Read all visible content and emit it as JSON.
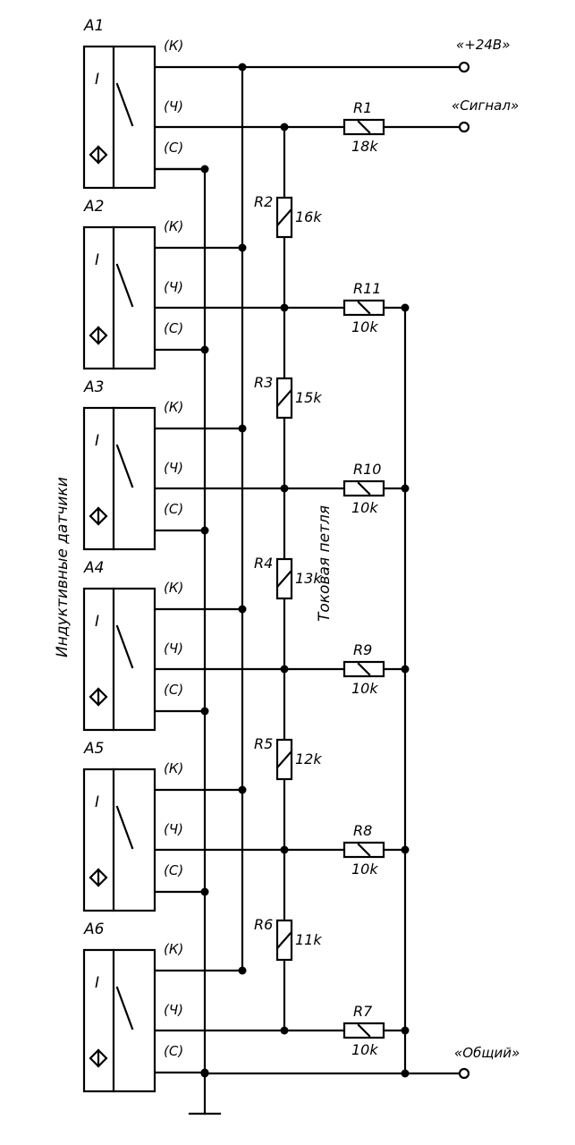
{
  "sensors": [
    {
      "id": "A1",
      "pin_k": "(К)",
      "pin_ch": "(Ч)",
      "pin_s": "(С)",
      "symbol": "I"
    },
    {
      "id": "A2",
      "pin_k": "(К)",
      "pin_ch": "(Ч)",
      "pin_s": "(С)",
      "symbol": "I"
    },
    {
      "id": "A3",
      "pin_k": "(К)",
      "pin_ch": "(Ч)",
      "pin_s": "(С)",
      "symbol": "I"
    },
    {
      "id": "A4",
      "pin_k": "(К)",
      "pin_ch": "(Ч)",
      "pin_s": "(С)",
      "symbol": "I"
    },
    {
      "id": "A5",
      "pin_k": "(К)",
      "pin_ch": "(Ч)",
      "pin_s": "(С)",
      "symbol": "I"
    },
    {
      "id": "A6",
      "pin_k": "(К)",
      "pin_ch": "(Ч)",
      "pin_s": "(С)",
      "symbol": "I"
    }
  ],
  "ladder_resistors": [
    {
      "ref": "R2",
      "value": "16k"
    },
    {
      "ref": "R3",
      "value": "15k"
    },
    {
      "ref": "R4",
      "value": "13k"
    },
    {
      "ref": "R5",
      "value": "12k"
    },
    {
      "ref": "R6",
      "value": "11k"
    }
  ],
  "series_resistors": [
    {
      "ref": "R1",
      "value": "18k"
    },
    {
      "ref": "R11",
      "value": "10k"
    },
    {
      "ref": "R10",
      "value": "10k"
    },
    {
      "ref": "R9",
      "value": "10k"
    },
    {
      "ref": "R8",
      "value": "10k"
    },
    {
      "ref": "R7",
      "value": "10k"
    }
  ],
  "terminals": {
    "power": "«+24В»",
    "signal": "«Сигнал»",
    "common": "«Общий»"
  },
  "labels": {
    "sensors_group": "Индуктивные датчики",
    "current_loop": "Токовая петля"
  }
}
